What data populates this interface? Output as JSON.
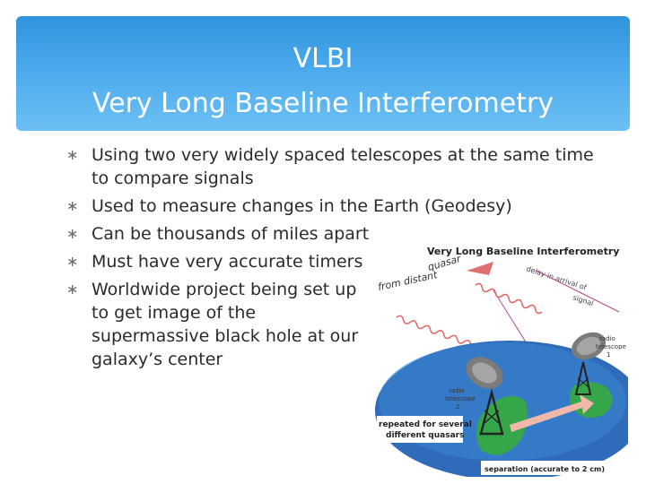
{
  "slide": {
    "title_line1": "VLBI",
    "title_line2": "Very Long Baseline Interferometry",
    "bullet_symbol": "∗",
    "bullets": [
      "Using two very widely spaced telescopes at the same time to compare signals",
      "Used to measure changes in the Earth (Geodesy)",
      "Can be thousands of miles apart",
      "Must have very accurate timers",
      "Worldwide project being set up to get image of the supermassive black hole at our galaxy’s center"
    ]
  },
  "figure": {
    "title": "Very Long Baseline Interferometry",
    "quasar_label_1": "from distant",
    "quasar_label_2": "quasar",
    "delay_label_1": "delay in arrival of",
    "delay_label_2": "signal",
    "telescope1_label_1": "radio",
    "telescope1_label_2": "telescope",
    "telescope1_label_3": "1",
    "telescope2_label_1": "radio",
    "telescope2_label_2": "telescope",
    "telescope2_label_3": "2",
    "repeated_label_1": "repeated for several",
    "repeated_label_2": "different quasars",
    "separation_label": "separation (accurate to 2 cm)"
  }
}
